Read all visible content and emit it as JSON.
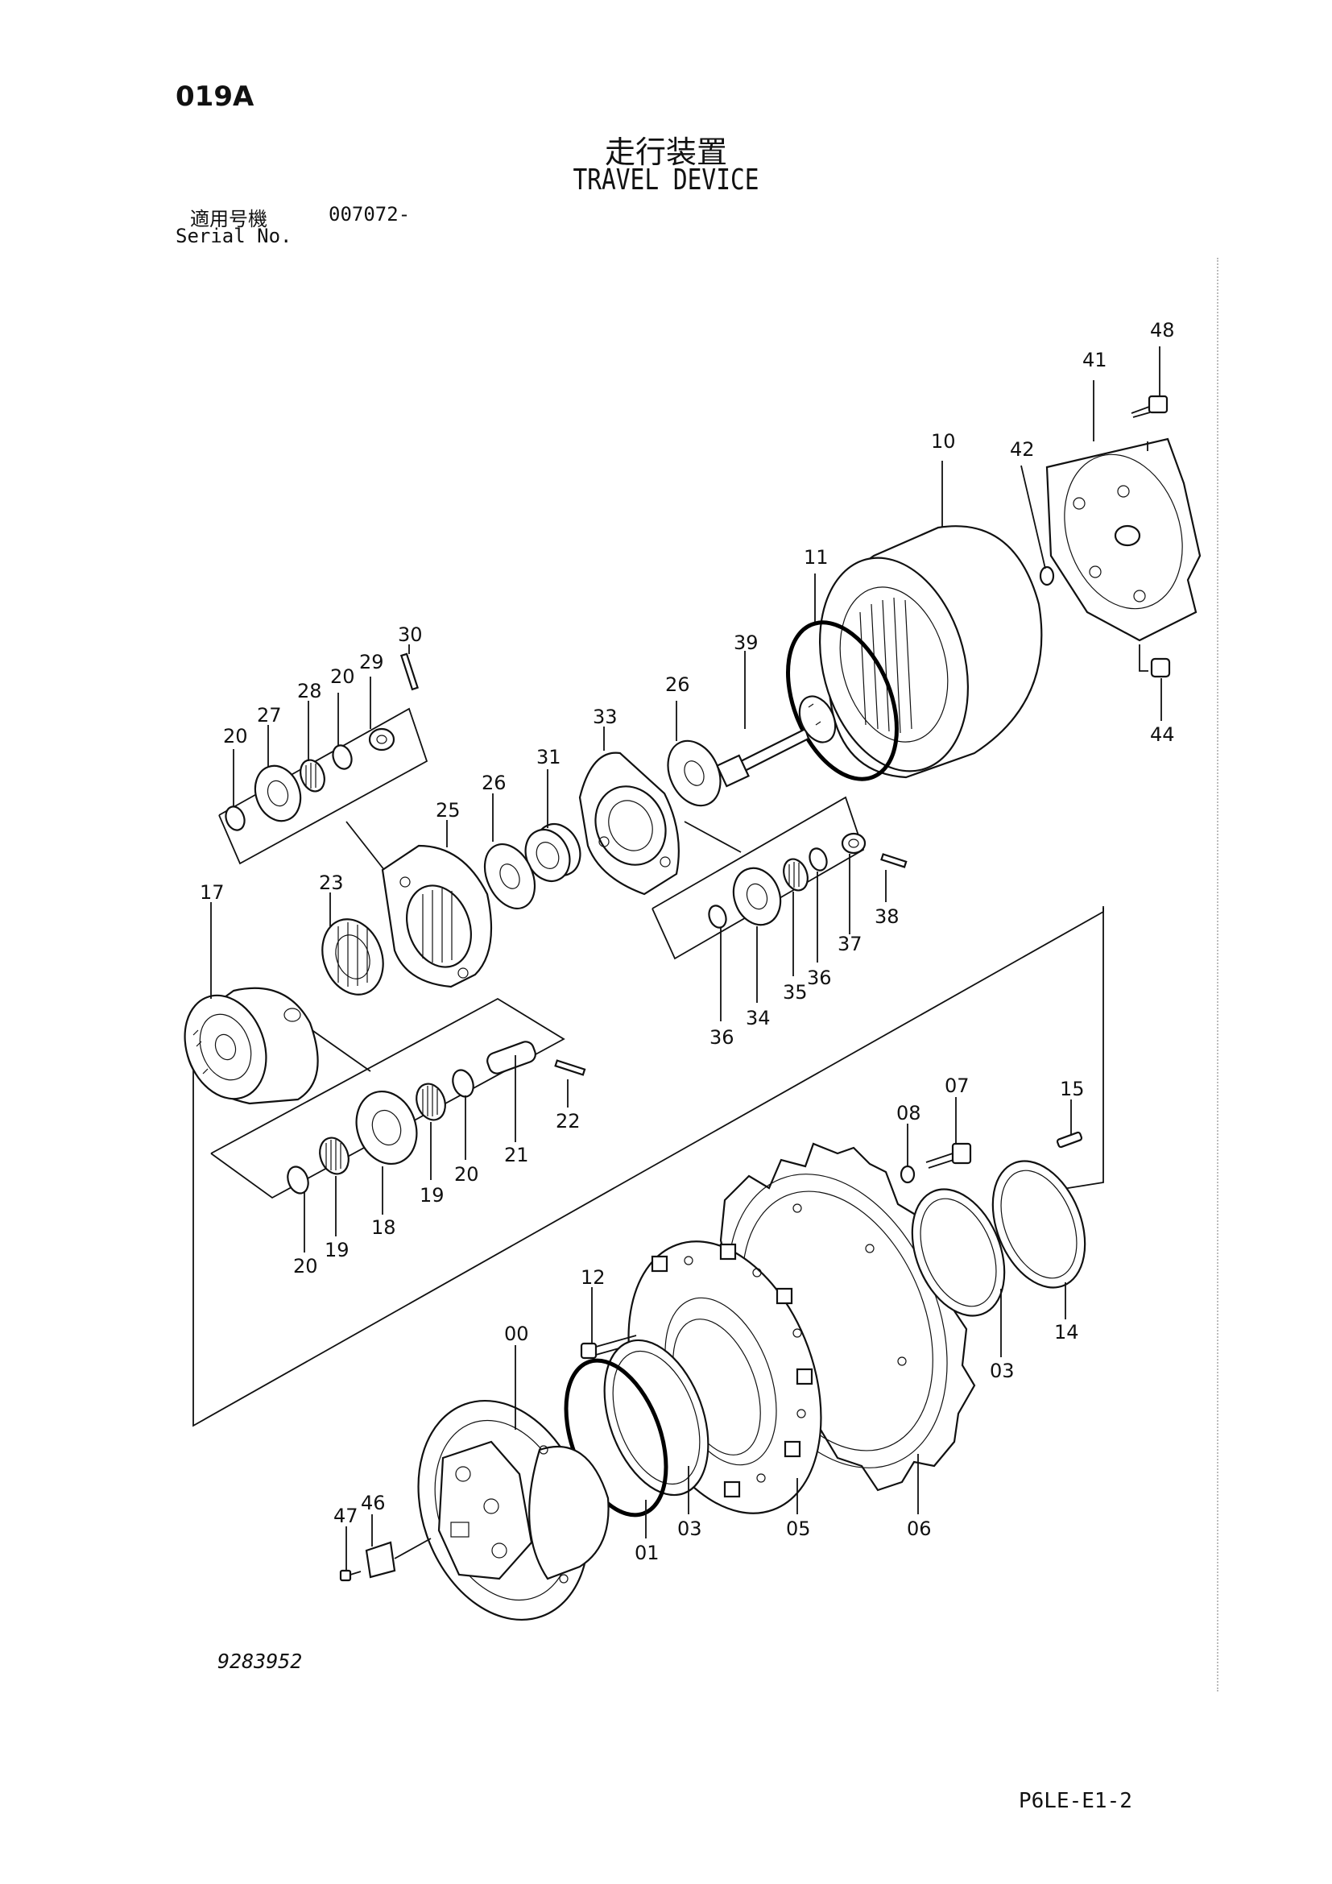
{
  "header": {
    "page_code": "019A",
    "title_jp": "走行装置",
    "title_en": "TRAVEL DEVICE",
    "serial_label_jp": "適用号機",
    "serial_value": "007072-",
    "serial_label_en": "Serial No."
  },
  "footer": {
    "drawing_number": "9283952",
    "sheet_reference": "P6LE-E1-2"
  },
  "callouts": [
    {
      "id": "callout-48",
      "label": "48"
    },
    {
      "id": "callout-41",
      "label": "41"
    },
    {
      "id": "callout-10",
      "label": "10"
    },
    {
      "id": "callout-42",
      "label": "42"
    },
    {
      "id": "callout-11",
      "label": "11"
    },
    {
      "id": "callout-44",
      "label": "44"
    },
    {
      "id": "callout-39",
      "label": "39"
    },
    {
      "id": "callout-30",
      "label": "30"
    },
    {
      "id": "callout-29",
      "label": "29"
    },
    {
      "id": "callout-20a",
      "label": "20"
    },
    {
      "id": "callout-28",
      "label": "28"
    },
    {
      "id": "callout-27",
      "label": "27"
    },
    {
      "id": "callout-20b",
      "label": "20"
    },
    {
      "id": "callout-26a",
      "label": "26"
    },
    {
      "id": "callout-33",
      "label": "33"
    },
    {
      "id": "callout-31",
      "label": "31"
    },
    {
      "id": "callout-26b",
      "label": "26"
    },
    {
      "id": "callout-25",
      "label": "25"
    },
    {
      "id": "callout-23",
      "label": "23"
    },
    {
      "id": "callout-17",
      "label": "17"
    },
    {
      "id": "callout-38",
      "label": "38"
    },
    {
      "id": "callout-37",
      "label": "37"
    },
    {
      "id": "callout-36a",
      "label": "36"
    },
    {
      "id": "callout-35",
      "label": "35"
    },
    {
      "id": "callout-34",
      "label": "34"
    },
    {
      "id": "callout-36b",
      "label": "36"
    },
    {
      "id": "callout-22",
      "label": "22"
    },
    {
      "id": "callout-21",
      "label": "21"
    },
    {
      "id": "callout-20c",
      "label": "20"
    },
    {
      "id": "callout-19a",
      "label": "19"
    },
    {
      "id": "callout-18",
      "label": "18"
    },
    {
      "id": "callout-19b",
      "label": "19"
    },
    {
      "id": "callout-20d",
      "label": "20"
    },
    {
      "id": "callout-08",
      "label": "08"
    },
    {
      "id": "callout-07",
      "label": "07"
    },
    {
      "id": "callout-15",
      "label": "15"
    },
    {
      "id": "callout-14",
      "label": "14"
    },
    {
      "id": "callout-03a",
      "label": "03"
    },
    {
      "id": "callout-12",
      "label": "12"
    },
    {
      "id": "callout-00",
      "label": "00"
    },
    {
      "id": "callout-01",
      "label": "01"
    },
    {
      "id": "callout-03b",
      "label": "03"
    },
    {
      "id": "callout-05",
      "label": "05"
    },
    {
      "id": "callout-06",
      "label": "06"
    },
    {
      "id": "callout-46",
      "label": "46"
    },
    {
      "id": "callout-47",
      "label": "47"
    }
  ]
}
